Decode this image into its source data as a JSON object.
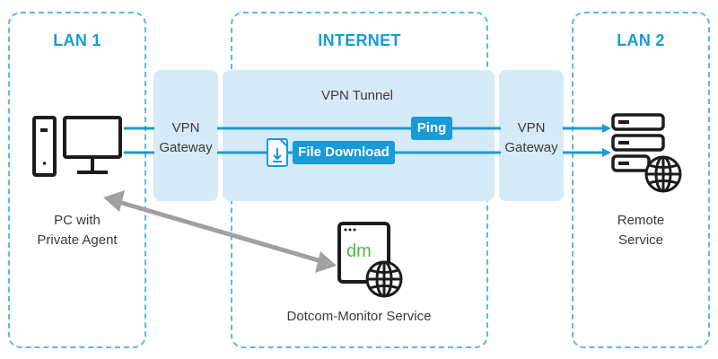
{
  "colors": {
    "accent": "#1a9ad6",
    "dashed_border": "#5db8e6",
    "panel_fill": "#d5ebf8",
    "connector_gray": "#a0a0a0",
    "icon_dark": "#1c1c1c",
    "brand_green": "#4cb848"
  },
  "zones": {
    "lan1": "LAN 1",
    "internet": "INTERNET",
    "lan2": "LAN 2"
  },
  "gateway_left": "VPN\nGateway",
  "gateway_right": "VPN\nGateway",
  "tunnel_label": "VPN Tunnel",
  "ping_label": "Ping",
  "file_download_label": "File Download",
  "pc_label": "PC with\nPrivate Agent",
  "remote_label": "Remote\nService",
  "monitor_label": "Dotcom-Monitor Service",
  "monitor_logo_text": "dm",
  "icons": [
    "pc-icon",
    "server-icon",
    "globe-icon",
    "file-download-icon",
    "dotcom-monitor-logo-icon"
  ]
}
